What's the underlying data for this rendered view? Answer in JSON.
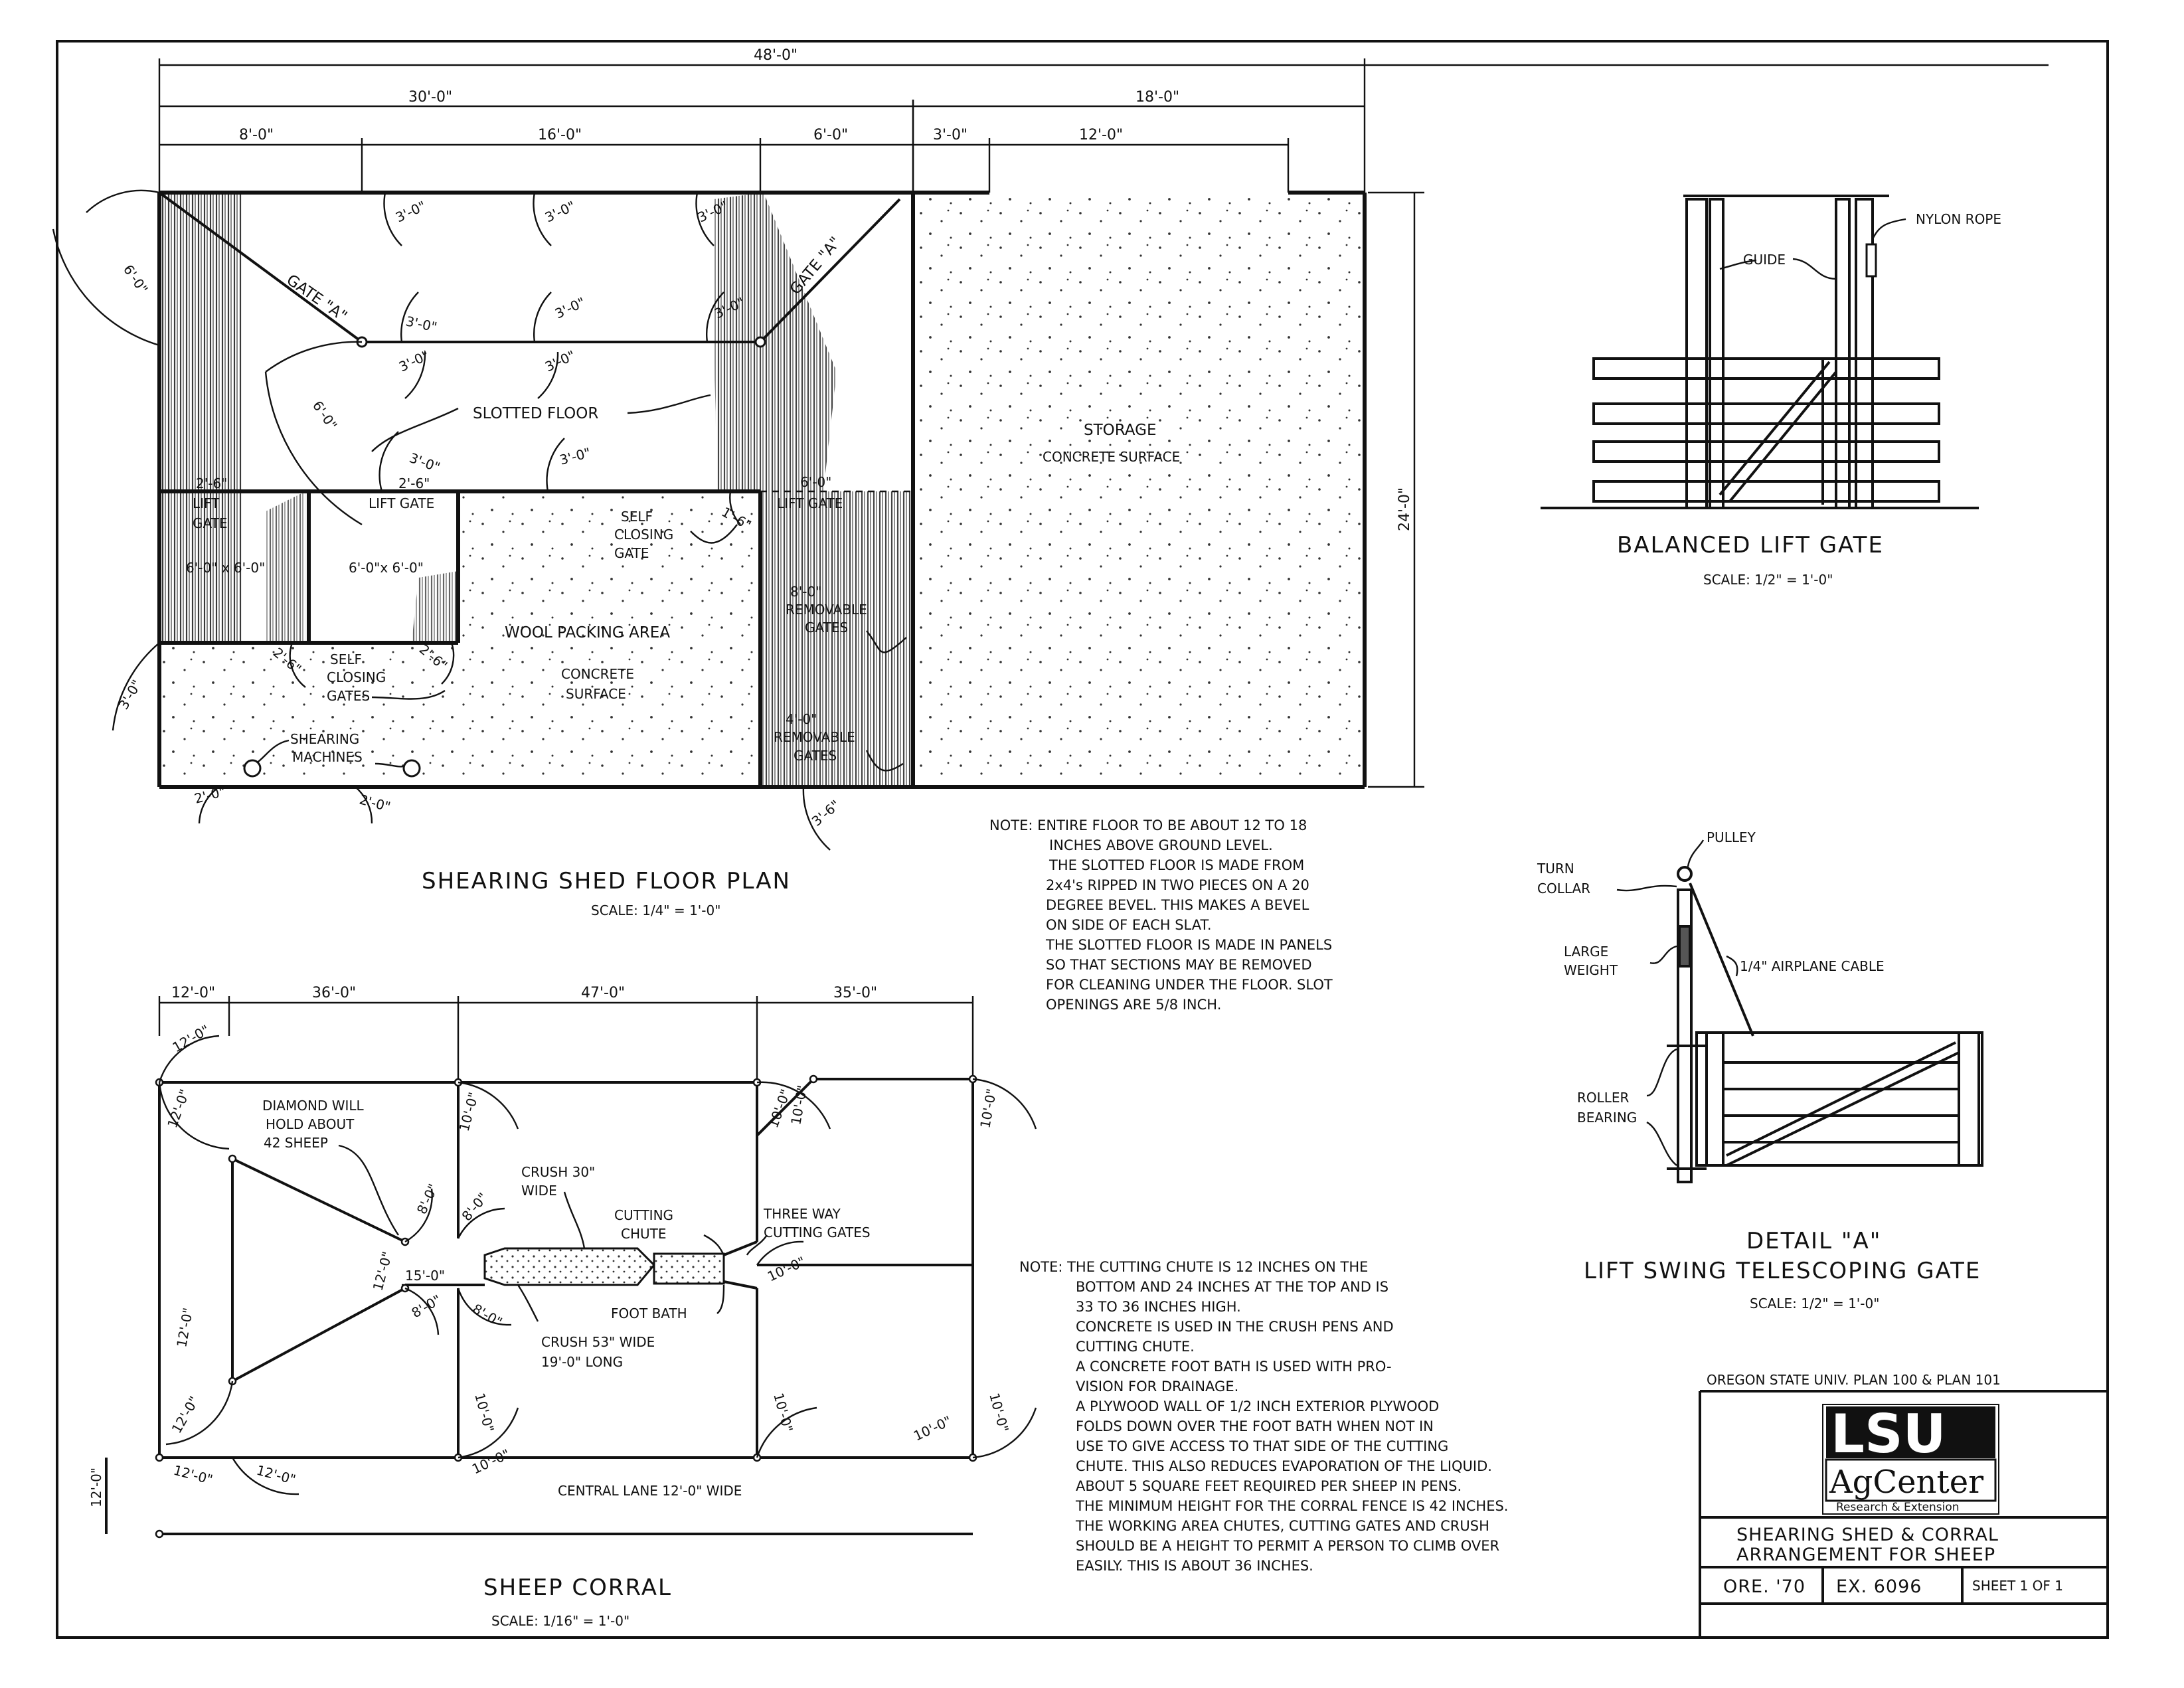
{
  "floor_plan": {
    "title": "SHEARING SHED FLOOR PLAN",
    "scale": "SCALE: 1/4\" = 1'-0\"",
    "dims_top": {
      "overall": "48'-0\"",
      "left": "30'-0\"",
      "right": "18'-0\"",
      "seg1": "8'-0\"",
      "seg2": "16'-0\"",
      "seg3": "6'-0\"",
      "seg4": "3'-0\"",
      "seg5": "12'-0\""
    },
    "dim_side": "24'-0\"",
    "labels": {
      "gate_a1": "GATE \"A\"",
      "gate_a2": "GATE \"A\"",
      "slotted_floor": "SLOTTED FLOOR",
      "storage": "STORAGE",
      "storage_surface": "CONCRETE  SURFACE",
      "lift_gate_1a": "2'-6\"",
      "lift_gate_1b": "LIFT",
      "lift_gate_1c": "GATE",
      "lift_gate_2a": "2'-6\"",
      "lift_gate_2b": "LIFT  GATE",
      "pen1": "6'-0\" x 6'-0\"",
      "pen2": "6'-0\"x 6'-0\"",
      "self_closing_1": "SELF",
      "self_closing_2": "CLOSING",
      "self_closing_3": "GATE",
      "lift_gate_3a": "6'-0\"",
      "lift_gate_3b": "LIFT GATE",
      "wool_packing": "WOOL  PACKING AREA",
      "concrete_1": "CONCRETE",
      "concrete_2": "SURFACE",
      "removable_8a": "8'-0\"",
      "removable_8b": "REMOVABLE",
      "removable_8c": "GATES",
      "removable_4a": "4'-0\"",
      "removable_4b": "REMOVABLE",
      "removable_4c": "GATES",
      "self_closing_gates_1": "SELF",
      "self_closing_gates_2": "CLOSING",
      "self_closing_gates_3": "GATES",
      "shearing_1": "SHEARING",
      "shearing_2": "MACHINES",
      "d_30_1": "3'-0\"",
      "d_30_2": "3'-0\"",
      "d_30_3": "3'-0\"",
      "d_30_4": "3'-0\"",
      "d_30_5": "3'-0\"",
      "d_30_6": "3'-0\"",
      "d_30_7": "3'-0\"",
      "d_30_8": "3'-0\"",
      "d_30_9": "3'-0\"",
      "d_30_10": "3'-0\"",
      "d_30_11": "3'-0\"",
      "d_60_1": "6'-0\"",
      "d_60_2": "6'-0\"",
      "d_26_1": "2'-6\"",
      "d_26_2": "2'-6\"",
      "d_16": "1'-6\"",
      "d_20_1": "2'-0\"",
      "d_20_2": "2'-0\"",
      "d_36": "3'-6\""
    }
  },
  "floor_note": [
    "NOTE:  ENTIRE FLOOR TO BE ABOUT 12 TO 18",
    "INCHES ABOVE GROUND LEVEL.",
    "THE SLOTTED FLOOR IS MADE FROM",
    "2x4's RIPPED IN TWO PIECES ON A 20",
    "DEGREE BEVEL.  THIS MAKES A BEVEL",
    "ON SIDE OF EACH SLAT.",
    "THE SLOTTED FLOOR IS MADE IN PANELS",
    "SO THAT SECTIONS MAY BE REMOVED",
    "FOR CLEANING UNDER THE FLOOR.  SLOT",
    "OPENINGS ARE 5/8  INCH."
  ],
  "lift_gate": {
    "title": "BALANCED  LIFT  GATE",
    "scale": "SCALE: 1/2\" = 1'-0\"",
    "nylon_rope": "NYLON ROPE",
    "guide": "GUIDE"
  },
  "detail_a": {
    "title_1": "DETAIL  \"A\"",
    "title_2": "LIFT  SWING  TELESCOPING  GATE",
    "scale": "SCALE: 1/2\" = 1'-0\"",
    "pulley": "PULLEY",
    "turn_collar_1": "TURN",
    "turn_collar_2": "COLLAR",
    "large_weight_1": "LARGE",
    "large_weight_2": "WEIGHT",
    "cable": "1/4\"  AIRPLANE  CABLE",
    "roller_1": "ROLLER",
    "roller_2": "BEARING"
  },
  "corral": {
    "title": "SHEEP  CORRAL",
    "scale": "SCALE: 1/16\" = 1'-0\"",
    "dims_top": {
      "a": "12'-0\"",
      "b": "36'-0\"",
      "c": "47'-0\"",
      "d": "35'-0\""
    },
    "diamond_1": "DIAMOND  WILL",
    "diamond_2": "HOLD  ABOUT",
    "diamond_3": "42  SHEEP",
    "crush30_1": "CRUSH  30\"",
    "crush30_2": "WIDE",
    "cutting_chute_1": "CUTTING",
    "cutting_chute_2": "CHUTE",
    "three_way_1": "THREE  WAY",
    "three_way_2": "CUTTING GATES",
    "foot_bath": "FOOT  BATH",
    "crush53_1": "CRUSH  53\"  WIDE",
    "crush53_2": "19'-0\"  LONG",
    "central_lane": "CENTRAL  LANE  12'-0\"  WIDE",
    "d15": "15'-0\"",
    "d12": "12'-0\"",
    "d10": "10'-0\"",
    "d8": "8'-0\""
  },
  "corral_note": [
    "NOTE:  THE CUTTING CHUTE  IS 12 INCHES ON THE",
    "BOTTOM  AND 24 INCHES AT THE TOP AND IS",
    "33 TO 36 INCHES HIGH.",
    "CONCRETE  IS USED IN THE CRUSH PENS AND",
    "CUTTING CHUTE.",
    "A CONCRETE FOOT BATH IS USED WITH PRO-",
    "VISION FOR DRAINAGE.",
    "A PLYWOOD WALL OF 1/2  INCH EXTERIOR PLYWOOD",
    "FOLDS DOWN OVER THE FOOT BATH WHEN NOT IN",
    "USE TO GIVE ACCESS TO THAT SIDE OF THE CUTTING",
    "CHUTE. THIS ALSO REDUCES EVAPORATION OF THE LIQUID.",
    "ABOUT  5 SQUARE FEET REQUIRED PER SHEEP IN PENS.",
    "THE  MINIMUM HEIGHT FOR THE CORRAL FENCE IS 42 INCHES.",
    "THE WORKING AREA CHUTES, CUTTING GATES AND CRUSH",
    "SHOULD BE A HEIGHT TO PERMIT A PERSON TO CLIMB OVER",
    "EASILY.  THIS IS ABOUT 36 INCHES."
  ],
  "title_block": {
    "plan_ref": "OREGON STATE UNIV. PLAN 100 & PLAN 101",
    "logo_top": "LSU",
    "logo_mid": "AgCenter",
    "logo_bottom": "Research & Extension",
    "drawing_title_1": "SHEARING  SHED & CORRAL",
    "drawing_title_2": "ARRANGEMENT  FOR  SHEEP",
    "date": "ORE. '70",
    "ex_no": "EX. 6096",
    "sheet": "SHEET  1  OF  1"
  }
}
